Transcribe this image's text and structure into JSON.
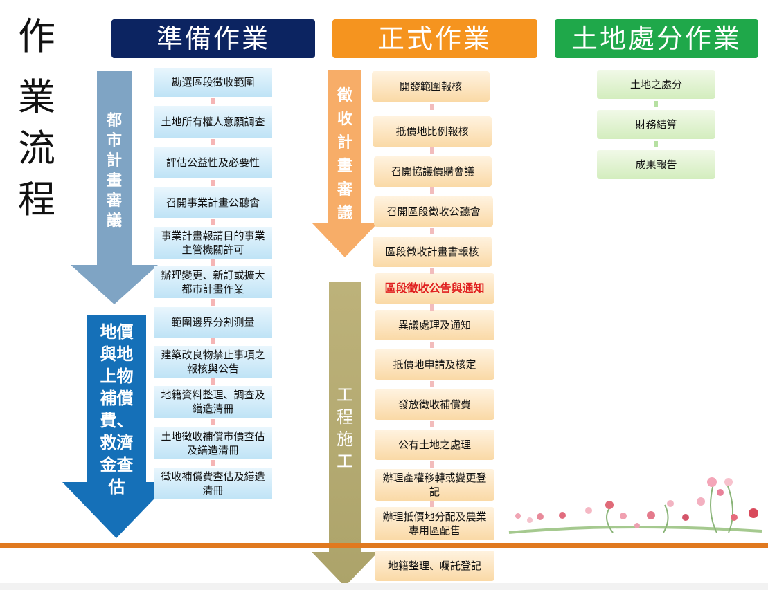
{
  "page_title": [
    "作",
    "業",
    "流",
    "程"
  ],
  "headers": {
    "prep": "準備作業",
    "formal": "正式作業",
    "land": "土地處分作業"
  },
  "colors": {
    "prep_header": "#0c2461",
    "formal_header": "#f5941f",
    "land_header": "#1fa84a",
    "highlight_text": "#e02020",
    "divider": "#e0791f"
  },
  "arrows": {
    "urban_plan": [
      "都",
      "市",
      "計",
      "畫",
      "審",
      "議"
    ],
    "compensation": [
      "地價",
      "與地",
      "上物",
      "補償",
      "費、",
      "救濟",
      "金查",
      "估"
    ],
    "expropriation": [
      "徵",
      "收",
      "計",
      "畫",
      "審",
      "議"
    ],
    "construction": [
      "工",
      "程",
      "施",
      "工"
    ]
  },
  "prep_steps": [
    "勘選區段徵收範圍",
    "土地所有權人意願調查",
    "評估公益性及必要性",
    "召開事業計畫公聽會",
    "事業計畫報請目的事業主管機關許可",
    "辦理變更、新訂或擴大都市計畫作業",
    "範圍邊界分割測量",
    "建築改良物禁止事項之報核與公告",
    "地籍資料整理、調查及繕造清冊",
    "土地徵收補償市價查估及繕造清冊",
    "徵收補償費查估及繕造清冊"
  ],
  "formal_steps": [
    "開發範圍報核",
    "抵價地比例報核",
    "召開協議價購會議",
    "召開區段徵收公聽會",
    "區段徵收計畫書報核",
    "區段徵收公告與通知",
    "異議處理及通知",
    "抵價地申請及核定",
    "發放徵收補償費",
    "公有土地之處理",
    "辦理產權移轉或變更登記",
    "辦理抵價地分配及農業專用區配售",
    "地籍整理、囑託登記"
  ],
  "land_steps": [
    "土地之處分",
    "財務結算",
    "成果報告"
  ]
}
